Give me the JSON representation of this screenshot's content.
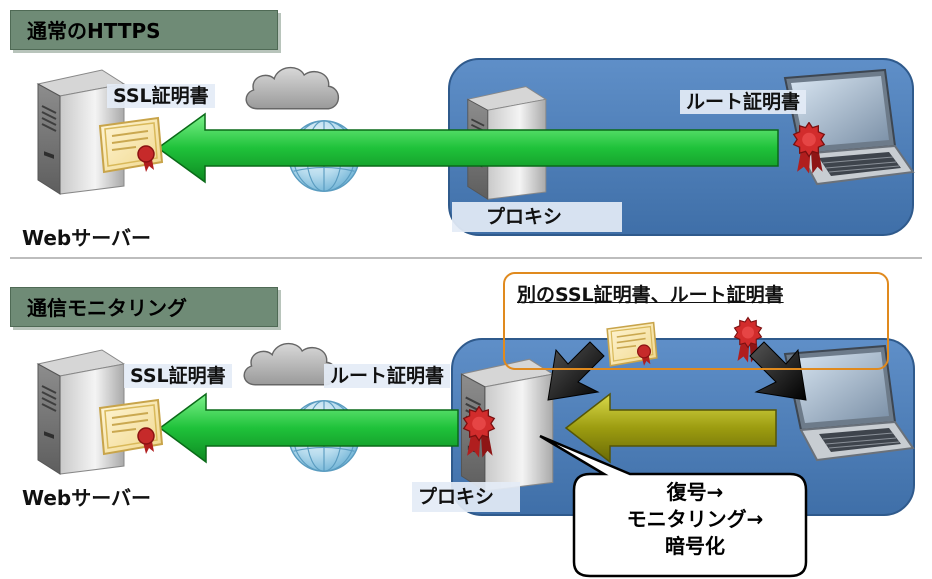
{
  "top": {
    "section_title": "通常のHTTPS",
    "ssl_cert_label": "SSL証明書",
    "root_cert_label": "ルート証明書",
    "proxy_label": "プロキシ",
    "web_server_label": "Webサーバー"
  },
  "bottom": {
    "section_title": "通信モニタリング",
    "ssl_cert_label": "SSL証明書",
    "root_cert_label": "ルート証明書",
    "proxy_label": "プロキシ",
    "web_server_label": "Webサーバー",
    "note_title": "別のSSL証明書、ルート証明書",
    "callout_lines": [
      "復号→",
      "モニタリング→",
      "暗号化"
    ]
  },
  "colors": {
    "tab_fill": "#6f8b76",
    "network_zone": "#4f7fb8",
    "arrow_green": "#1fc23a",
    "arrow_olive": "#9c9c10",
    "note_border": "#e08a1e",
    "cert_seal_red": "#c62a2a"
  }
}
